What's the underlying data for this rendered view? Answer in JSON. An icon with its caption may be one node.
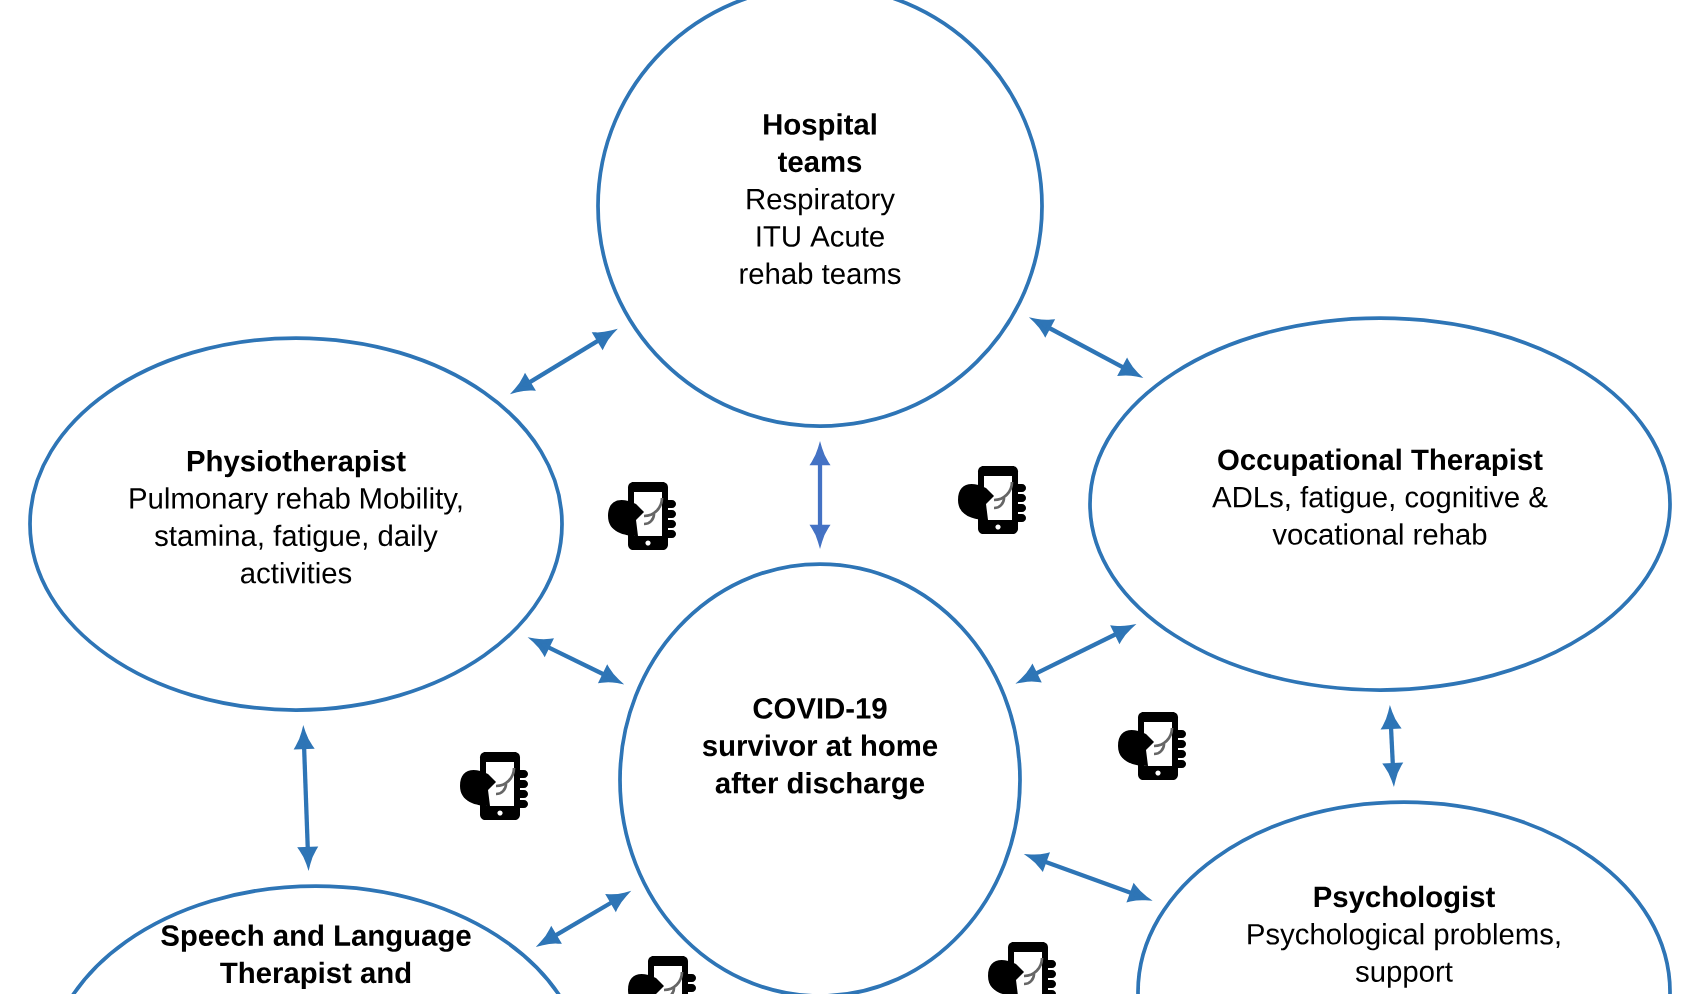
{
  "diagram": {
    "nodes": [
      {
        "text": [
          "Hospital teams",
          "Respiratory ITU Acute rehab teams"
        ]
      },
      {
        "text": [
          "Physiotherapist",
          "Pulmonary rehab Mobility, stamina, fatigue, daily activities"
        ]
      },
      {
        "text": [
          "Occupational Therapist",
          "ADLs, fatigue, cognitive & vocational rehab"
        ]
      },
      {
        "text": [
          "COVID-19 survivor at home after discharge"
        ]
      },
      {
        "text": [
          "Speech and Language Therapist and"
        ]
      },
      {
        "text": [
          "Psychologist",
          "Psychological problems, support"
        ]
      }
    ],
    "edges": [
      {
        "from": 0,
        "to": 1,
        "arrow": "both"
      },
      {
        "from": 0,
        "to": 2,
        "arrow": "both"
      },
      {
        "from": 0,
        "to": 3,
        "arrow": "both",
        "color": "#4472c4"
      },
      {
        "from": 1,
        "to": 3,
        "arrow": "both"
      },
      {
        "from": 2,
        "to": 3,
        "arrow": "both"
      },
      {
        "from": 1,
        "to": 4,
        "arrow": "both"
      },
      {
        "from": 2,
        "to": 5,
        "arrow": "both"
      },
      {
        "from": 3,
        "to": 4,
        "arrow": "both"
      },
      {
        "from": 3,
        "to": 5,
        "arrow": "both"
      }
    ]
  }
}
